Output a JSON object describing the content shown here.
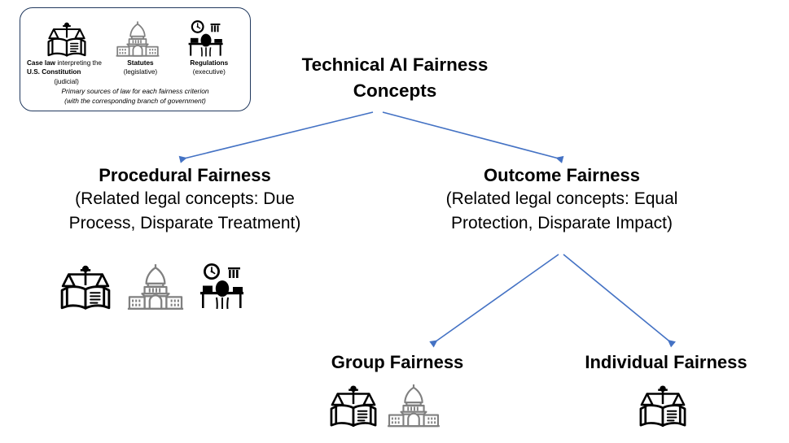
{
  "diagram": {
    "title": "Technical AI Fairness Concepts",
    "legend": {
      "name": "primary-sources-of-law-legend",
      "items": [
        {
          "icon": "scales-book-icon",
          "label_bold_1": "Case law",
          "label_regular_1": " interpreting the ",
          "label_bold_2": "U.S. Constitution",
          "branch": "(judicial)"
        },
        {
          "icon": "capitol-building-icon",
          "label_bold_1": "Statutes",
          "branch": "(legislative)"
        },
        {
          "icon": "regulator-desk-clock-icon",
          "label_bold_1": "Regulations",
          "branch": "(executive)"
        }
      ],
      "footer_line1": "Primary sources of law for each fairness criterion",
      "footer_line2": "(with the corresponding branch of government)"
    },
    "nodes": {
      "root": {
        "title_line1": "Technical AI Fairness",
        "title_line2": "Concepts"
      },
      "procedural": {
        "title": "Procedural Fairness",
        "sub_line1": "(Related legal concepts: Due",
        "sub_line2": "Process,  Disparate Treatment)",
        "icons": [
          "scales-book-icon",
          "capitol-building-icon",
          "regulator-desk-clock-icon"
        ]
      },
      "outcome": {
        "title": "Outcome Fairness",
        "sub_line1": "(Related legal concepts: Equal",
        "sub_line2": "Protection, Disparate Impact)"
      },
      "group": {
        "title": "Group Fairness",
        "icons": [
          "scales-book-icon",
          "capitol-building-icon"
        ]
      },
      "individual": {
        "title": "Individual Fairness",
        "icons": [
          "scales-book-icon"
        ]
      }
    },
    "colors": {
      "arrow": "#4472C4",
      "legend_border": "#21395E",
      "icon_dark": "#000000",
      "icon_gray": "#808080",
      "text": "#000000",
      "background": "#FFFFFF"
    },
    "edges": [
      {
        "from": "root",
        "to": "procedural"
      },
      {
        "from": "root",
        "to": "outcome"
      },
      {
        "from": "outcome",
        "to": "group"
      },
      {
        "from": "outcome",
        "to": "individual"
      }
    ]
  }
}
